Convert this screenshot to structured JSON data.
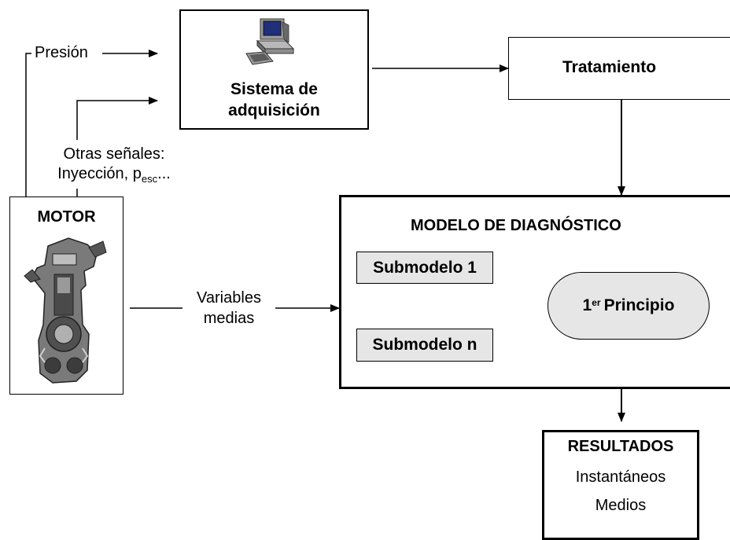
{
  "inputs": {
    "pressure": "Presión",
    "other_signals_line1": "Otras señales:",
    "other_signals_line2_prefix": "Inyección, p",
    "other_signals_subscript": "esc",
    "other_signals_suffix": "..."
  },
  "acquisition": {
    "line1": "Sistema de",
    "line2": "adquisición",
    "icon": "computer-icon"
  },
  "treatment": {
    "label": "Tratamiento"
  },
  "engine": {
    "title": "MOTOR",
    "icon": "engine-icon"
  },
  "variables": {
    "line1": "Variables",
    "line2": "medias"
  },
  "model": {
    "title": "MODELO DE DIAGNÓSTICO",
    "submodel_1": "Submodelo 1",
    "submodel_n": "Submodelo n",
    "principle_sup": "er",
    "principle_prefix": "1",
    "principle_label": "Principio"
  },
  "results": {
    "title": "RESULTADOS",
    "line1": "Instantáneos",
    "line2": "Medios"
  }
}
